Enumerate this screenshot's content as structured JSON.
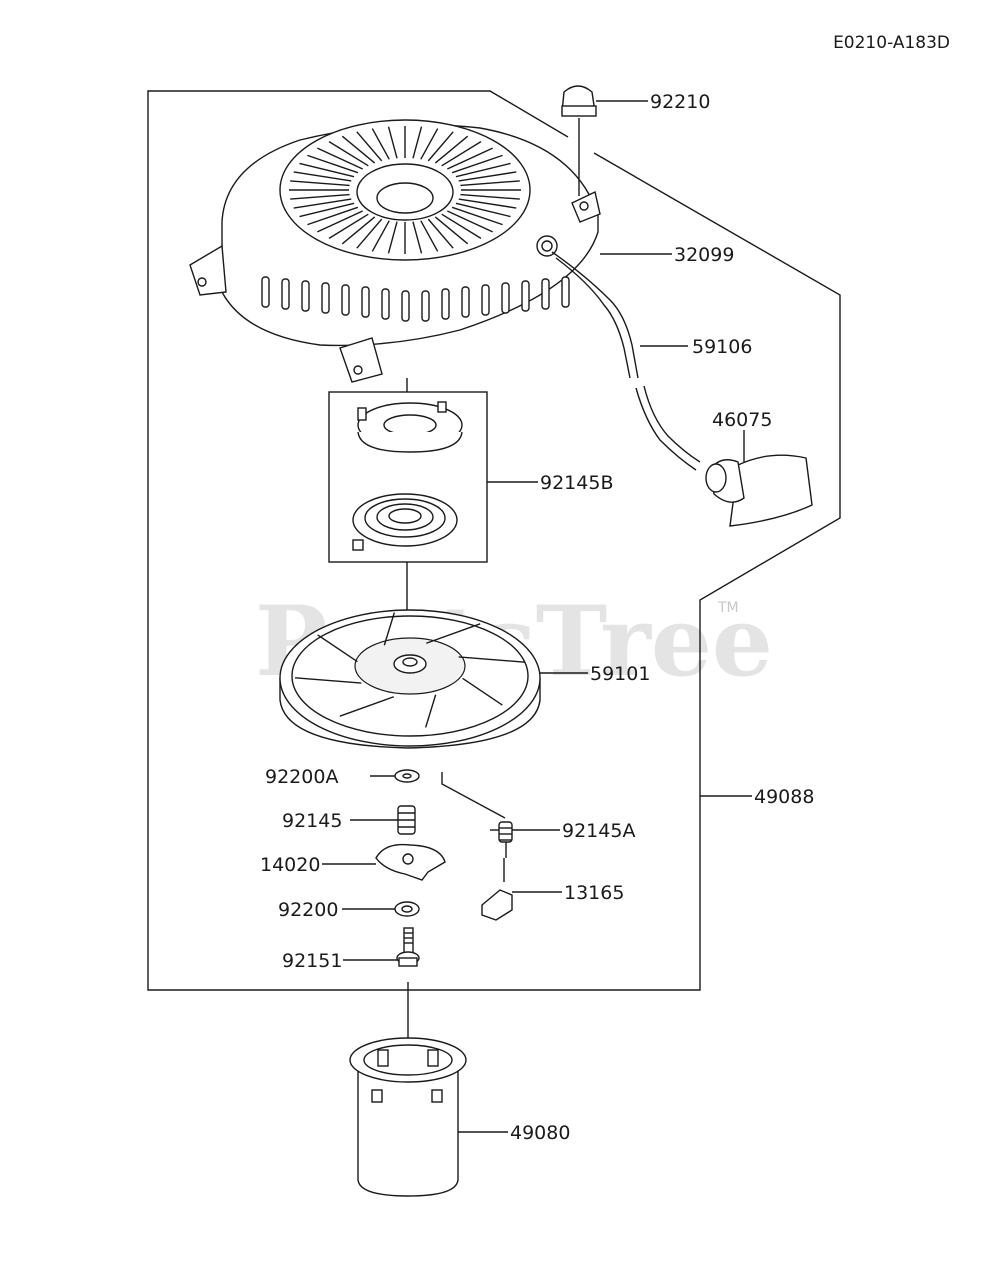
{
  "diagram_code": "E0210-A183D",
  "watermark": {
    "text": "PartsTree",
    "trademark": "TM"
  },
  "parts": {
    "p92210": "92210",
    "p32099": "32099",
    "p59106": "59106",
    "p46075": "46075",
    "p92145B": "92145B",
    "p59101": "59101",
    "p49088": "49088",
    "p92200A": "92200A",
    "p92145": "92145",
    "p92145A": "92145A",
    "p14020": "14020",
    "p13165": "13165",
    "p92200": "92200",
    "p92151": "92151",
    "p49080": "49080"
  }
}
